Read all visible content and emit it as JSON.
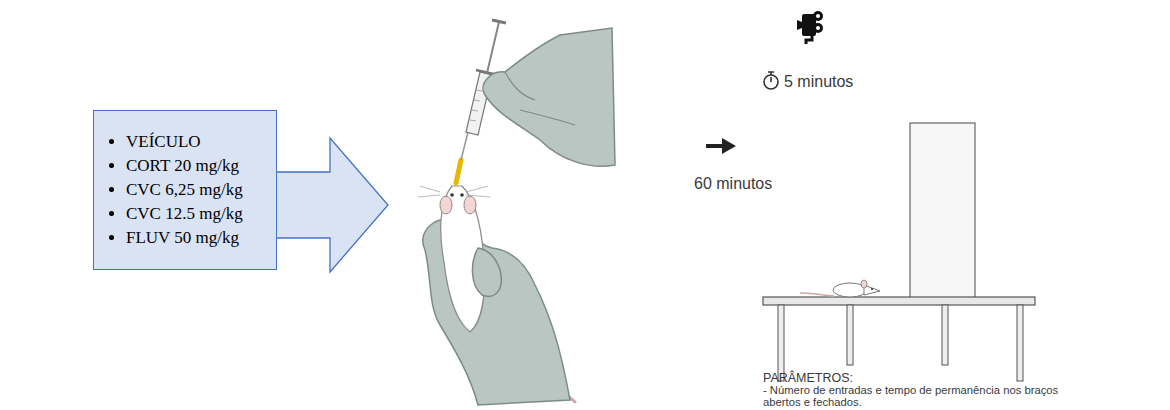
{
  "diagram": {
    "nodes": [
      {
        "text": [
          "VEÍCULO",
          "CORT 20 mg/kg",
          "CVC 6,25 mg/kg",
          "CVC 12.5 mg/kg",
          "FLUV 50 mg/kg"
        ]
      }
    ],
    "labels": [
      "60 minutos",
      "5 minutos",
      "PARÂMETROS:",
      "- Número de entradas e tempo de permanência nos braços abertos e fechados."
    ]
  }
}
